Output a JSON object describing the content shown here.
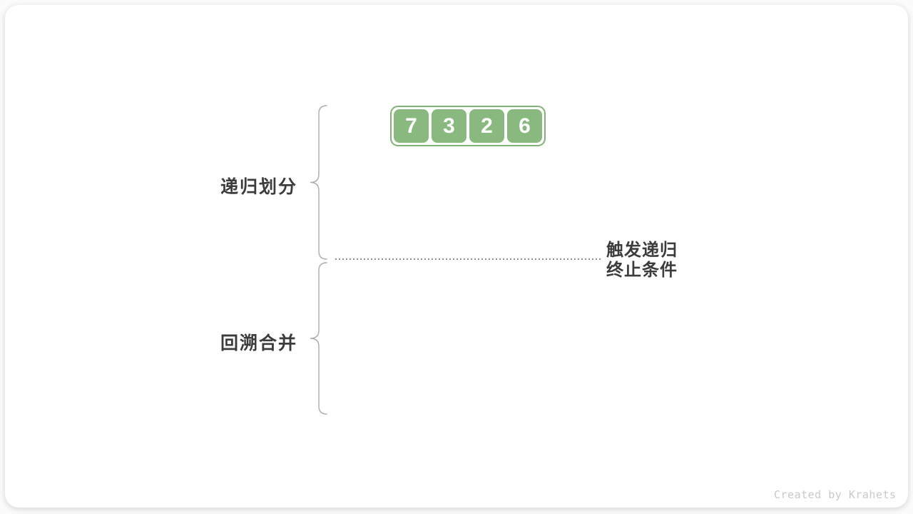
{
  "array": {
    "values": [
      "7",
      "3",
      "2",
      "6"
    ]
  },
  "labels": {
    "divide": "递归划分",
    "merge": "回溯合并",
    "terminate_line1": "触发递归",
    "terminate_line2": "终止条件"
  },
  "watermark": "Created by Krahets",
  "colors": {
    "cell-green": "#8ab980",
    "border-green": "#7fb376",
    "label-dark": "#3c3c3c",
    "brace-gray": "#ababab",
    "dot-gray": "#8d8d8d",
    "watermark-gray": "#c9c9c9",
    "card-bg": "#ffffff",
    "page-bg": "#fbfbfb"
  }
}
